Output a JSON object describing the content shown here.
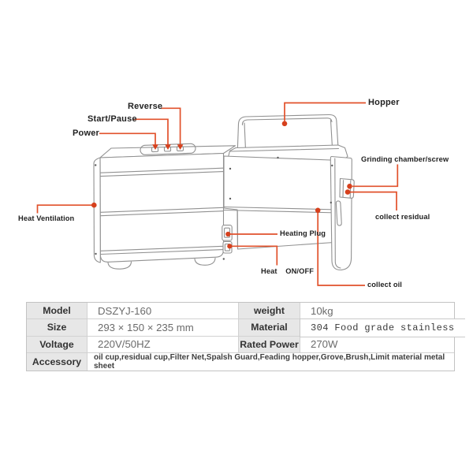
{
  "diagram": {
    "callouts": [
      {
        "id": "reverse",
        "label": "Reverse"
      },
      {
        "id": "start-pause",
        "label": "Start/Pause"
      },
      {
        "id": "power",
        "label": "Power"
      },
      {
        "id": "hopper",
        "label": "Hopper"
      },
      {
        "id": "grinding-chamber",
        "label": "Grinding chamber/screw"
      },
      {
        "id": "collect-residual",
        "label": "collect residual"
      },
      {
        "id": "heat-ventilation",
        "label": "Heat Ventilation"
      },
      {
        "id": "heating-plug",
        "label": "Heating Plug"
      },
      {
        "id": "heat-onoff",
        "label": "Heat    ON/OFF"
      },
      {
        "id": "collect-oil",
        "label": "collect oil"
      }
    ],
    "colors": {
      "leader_line": "#e1512b",
      "marker_dot": "#d6401d",
      "drawing_line": "#919191",
      "table_border": "#c3c3c3",
      "table_header_bg": "#e7e7e7"
    }
  },
  "spec_table": {
    "rows": [
      {
        "h1": "Model",
        "v1": "DSZYJ-160",
        "h2": "weight",
        "v2": "10kg"
      },
      {
        "h1": "Size",
        "v1": "293 × 150 × 235 mm",
        "h2": "Material",
        "v2": "304 Food grade stainless"
      },
      {
        "h1": "Voltage",
        "v1": "220V/50HZ",
        "h2": "Rated Power",
        "v2": "270W"
      },
      {
        "h1": "Accessory",
        "v1": "oil cup,residual cup,Filter Net,Spalsh Guard,Feading hopper,Grove,Brush,Limit material metal sheet"
      }
    ]
  }
}
